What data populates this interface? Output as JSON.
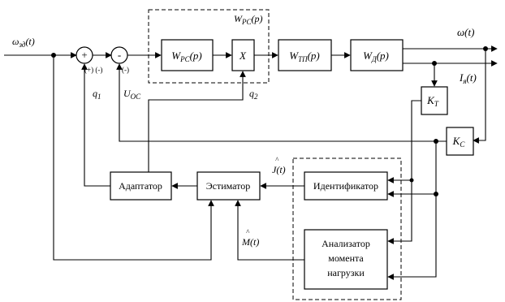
{
  "blocks": {
    "wrc": "W",
    "wrc_sub": "PC",
    "wrc_arg": "(p)",
    "mult": "X",
    "wtp": "W",
    "wtp_sub": "TП",
    "wtp_arg": "(p)",
    "wd": "W",
    "wd_sub": "Д",
    "wd_arg": "(p)",
    "kt": "K",
    "kt_sub": "T",
    "kc": "K",
    "kc_sub": "C",
    "adaptor": "Адаптатор",
    "estimator": "Эстиматор",
    "identifier": "Идентификатор",
    "analyzer_line1": "Анализатор",
    "analyzer_line2": "момента",
    "analyzer_line3": "нагрузки"
  },
  "labels": {
    "input": "ω",
    "input_sub": "зд",
    "input_arg": "(t)",
    "output_omega": "ω(t)",
    "output_current": "I",
    "output_current_sub": "я",
    "output_current_arg": "(t)",
    "group_title": "W",
    "group_title_sub": "PC",
    "group_title_arg": "(p)",
    "q1": "q",
    "q1_sub": "1",
    "q2": "q",
    "q2_sub": "2",
    "uoc": "U",
    "uoc_sub": "OC",
    "sign_plus": "+",
    "sign_minus": "-",
    "sign_sum1": "(+) (-)",
    "sign_sum2": "(-)",
    "j_hat": "J(t)",
    "m_hat": "M(t)",
    "hat": "^"
  }
}
